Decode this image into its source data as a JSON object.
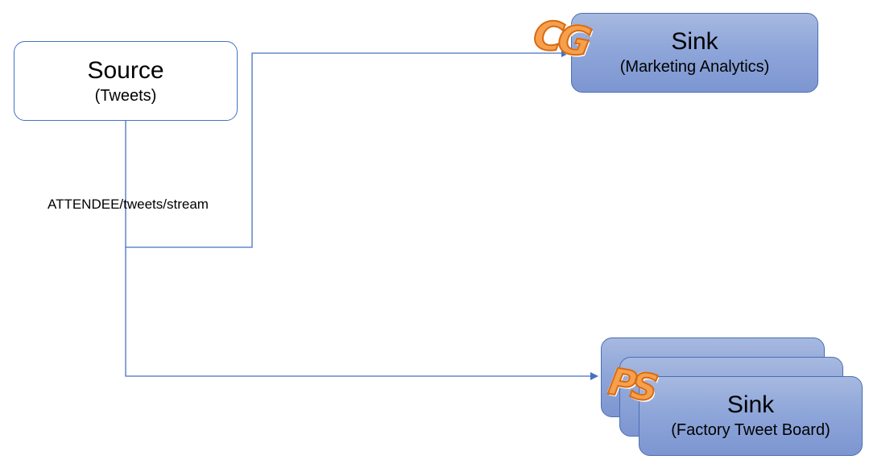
{
  "diagram": {
    "source": {
      "title": "Source",
      "subtitle": "(Tweets)"
    },
    "topic_label": "ATTENDEE/tweets/stream",
    "sinks": [
      {
        "title": "Sink",
        "subtitle": "(Marketing Analytics)",
        "badge": "CG"
      },
      {
        "title": "Sink",
        "subtitle": "(Factory Tweet Board)",
        "badge": "PS"
      }
    ],
    "colors": {
      "connector": "#4472c4",
      "sink_fill": "#8ea6d9",
      "badge_fill": "#f6a04d",
      "badge_stroke": "#d86a10"
    }
  }
}
